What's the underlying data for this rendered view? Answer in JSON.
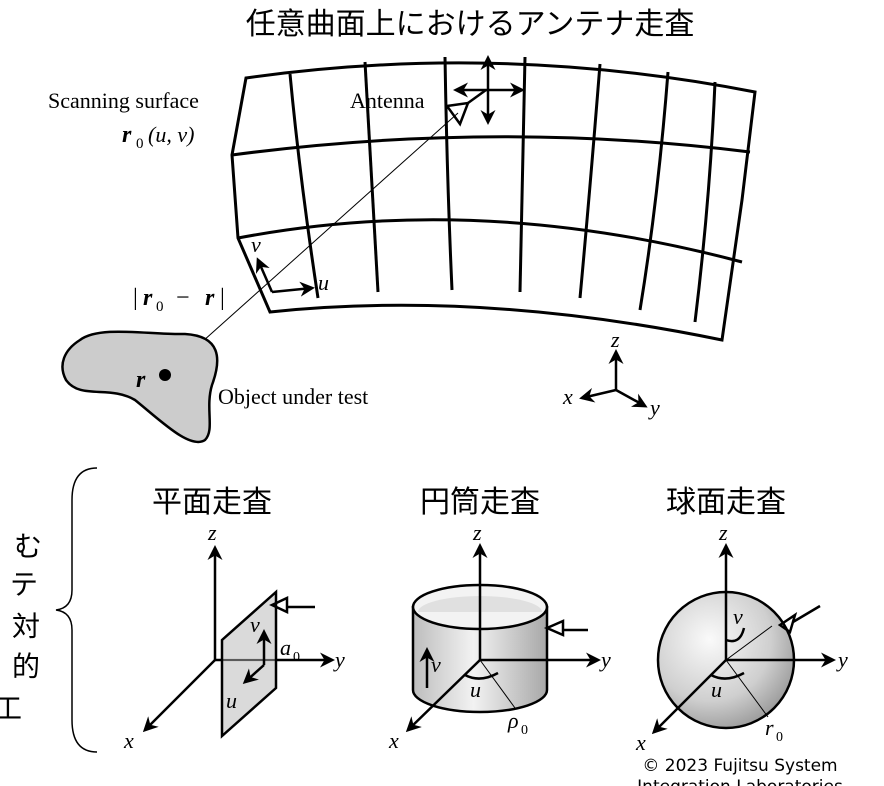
{
  "title": "任意曲面上におけるアンテナ走査",
  "top": {
    "scanning_surface_label": "Scanning surface",
    "r0": "r",
    "r0_sub": "0",
    "r0_args": "(u, v)",
    "antenna_label": "Antenna",
    "distance_r0": "r",
    "distance_sub": "0",
    "distance_minus": "−",
    "distance_r": "r",
    "object_label": "Object under test",
    "object_point": "r",
    "local_u": "u",
    "local_v": "v",
    "axis_x": "x",
    "axis_y": "y",
    "axis_z": "z"
  },
  "left_clipped_text": [
    "む",
    "テ",
    "対",
    "的",
    "工"
  ],
  "scans": [
    {
      "title": "平面走査",
      "x": "x",
      "y": "y",
      "z": "z",
      "u": "u",
      "v": "v",
      "a0": "a",
      "a0_sub": "0"
    },
    {
      "title": "円筒走査",
      "x": "x",
      "y": "y",
      "z": "z",
      "u": "u",
      "v": "v",
      "rho0": "ρ",
      "rho0_sub": "0"
    },
    {
      "title": "球面走査",
      "x": "x",
      "y": "y",
      "z": "z",
      "u": "u",
      "v": "v",
      "r0": "r",
      "r0_sub": "0"
    }
  ],
  "copyright": "© 2023 Fujitsu System",
  "copyright_line2": "Integration Laboratories"
}
